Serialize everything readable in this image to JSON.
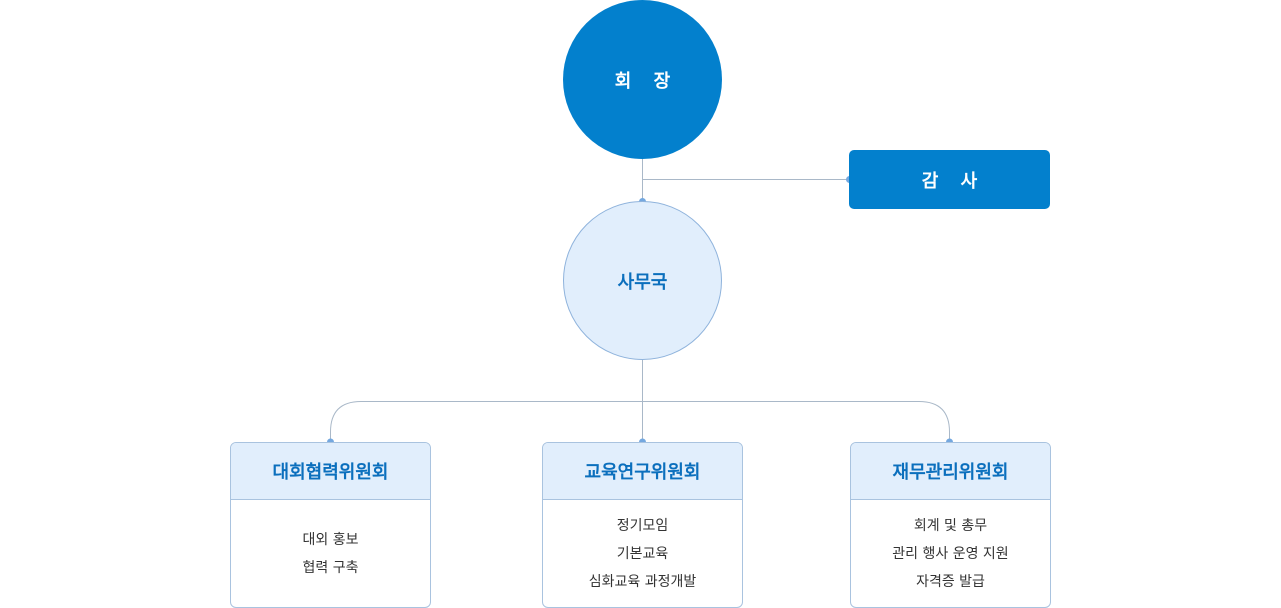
{
  "org_chart": {
    "chair": {
      "label": "회 장"
    },
    "auditor": {
      "label": "감 사"
    },
    "secretariat": {
      "label": "사무국"
    },
    "committees": [
      {
        "title": "대회협력위원회",
        "duties": [
          "대외 홍보",
          "협력 구축"
        ]
      },
      {
        "title": "교육연구위원회",
        "duties": [
          "정기모임",
          "기본교육",
          "심화교육 과정개발"
        ]
      },
      {
        "title": "재무관리위원회",
        "duties": [
          "회계 및 총무",
          "관리 행사 운영 지원",
          "자격증 발급"
        ]
      }
    ]
  },
  "colors": {
    "primary": "#0380cd",
    "light_fill": "#e1eefc",
    "connector": "#a9b8c8",
    "dot": "#74a8e0",
    "accent_text": "#0b6fbd"
  }
}
